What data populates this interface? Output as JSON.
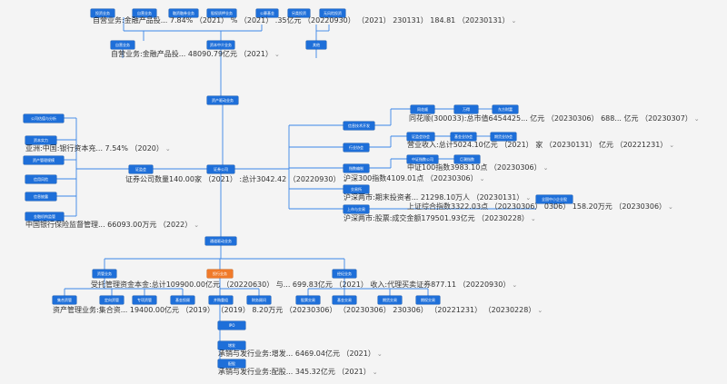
{
  "colors": {
    "node": "#1e6fd9",
    "highlight": "#f07a2a",
    "line": "#3a86e8",
    "text": "#333333",
    "bg": "#f4f4f4"
  },
  "nodes": [
    {
      "id": "n1",
      "text": "投资业务"
    },
    {
      "id": "n2",
      "text": "自营业务"
    },
    {
      "id": "n3",
      "text": "融资融券业务"
    },
    {
      "id": "n4",
      "text": "股权质押业务"
    },
    {
      "id": "n5",
      "text": "公募基金"
    },
    {
      "id": "n6",
      "text": "另类投资"
    },
    {
      "id": "n7",
      "text": "无风险投资"
    },
    {
      "id": "n8",
      "text": "自营业务"
    },
    {
      "id": "n9",
      "text": "资本中介业务"
    },
    {
      "id": "n10",
      "text": "其他"
    },
    {
      "id": "n11",
      "text": "资产驱动业务"
    },
    {
      "id": "n12",
      "text": "公司估值与分析"
    },
    {
      "id": "n13",
      "text": "资本实力"
    },
    {
      "id": "n14",
      "text": "资产管理规模"
    },
    {
      "id": "n15",
      "text": "信用风险"
    },
    {
      "id": "n16",
      "text": "信息披露"
    },
    {
      "id": "n17",
      "text": "金融机构监管"
    },
    {
      "id": "n18",
      "text": "证监会"
    },
    {
      "id": "n19",
      "text": "证券公司"
    },
    {
      "id": "n20",
      "text": "信息技术开发"
    },
    {
      "id": "n21",
      "text": "行业协会"
    },
    {
      "id": "n22",
      "text": "指数编制"
    },
    {
      "id": "n23",
      "text": "交易所"
    },
    {
      "id": "n24",
      "text": "上市与交易"
    },
    {
      "id": "n25",
      "text": "同花顺"
    },
    {
      "id": "n26",
      "text": "万得"
    },
    {
      "id": "n27",
      "text": "东方财富"
    },
    {
      "id": "n28",
      "text": "证监会协会"
    },
    {
      "id": "n29",
      "text": "基金业协会"
    },
    {
      "id": "n30",
      "text": "期货业协会"
    },
    {
      "id": "n31",
      "text": "中证指数公司"
    },
    {
      "id": "n32",
      "text": "巨潮指数"
    },
    {
      "id": "n33",
      "text": "全国中小企业股"
    },
    {
      "id": "n34",
      "text": "通道驱动业务"
    },
    {
      "id": "n35",
      "text": "资管业务"
    },
    {
      "id": "n36",
      "text": "投行业务"
    },
    {
      "id": "n37",
      "text": "经纪业务"
    },
    {
      "id": "n38",
      "text": "集合资管"
    },
    {
      "id": "n39",
      "text": "定向资管"
    },
    {
      "id": "n40",
      "text": "专项资管"
    },
    {
      "id": "n41",
      "text": "基金投顾"
    },
    {
      "id": "n42",
      "text": "并购重组"
    },
    {
      "id": "n43",
      "text": "财务顾问"
    },
    {
      "id": "n44",
      "text": "股票交易"
    },
    {
      "id": "n45",
      "text": "基金交易"
    },
    {
      "id": "n46",
      "text": "期货交易"
    },
    {
      "id": "n47",
      "text": "期权交易"
    },
    {
      "id": "n48",
      "text": "IPO"
    },
    {
      "id": "n49",
      "text": "增发"
    },
    {
      "id": "n50",
      "text": "配股"
    }
  ],
  "labels": [
    {
      "id": "l1",
      "text": "自营业务:金融产品投...  7.84%  （2021）  %  （2021）  .35亿元  （20220930）  （2021）  230131）  184.81  （20230131）"
    },
    {
      "id": "l2",
      "text": "自营业务:金融产品投...  48090.79亿元  （2021）"
    },
    {
      "id": "l3",
      "text": "同花顺(300033):总市值6454425... 亿元  （20230306）  688... 亿元  （20230307）"
    },
    {
      "id": "l4",
      "text": "营业收入:总计5024.10亿元  （2021）  家  （20230131）  亿元  （20221231）"
    },
    {
      "id": "l5",
      "text": "中证100指数3983.10点  （20230306）"
    },
    {
      "id": "l6",
      "text": "亚洲:中国:银行资本充...  7.54%  （2020）"
    },
    {
      "id": "l7",
      "text": "证券公司数量140.00家  （2021）  :总计3042.42  （20220930）"
    },
    {
      "id": "l8",
      "text": "沪深300指数4109.01点  （20230306）"
    },
    {
      "id": "l9",
      "text": "沪深两市:期末投资者...  21298.10万人  （20230131）"
    },
    {
      "id": "l10",
      "text": "上证综合指数3322.03点  （20230306）  0306）  158.20万元  （20230306）"
    },
    {
      "id": "l11",
      "text": "中国银行保险监督管理...  66093.00万元  （2022）"
    },
    {
      "id": "l12",
      "text": "沪深两市:股票:成交金额179501.93亿元  （20230228）"
    },
    {
      "id": "l13",
      "text": "受托管理资金本金:总计109900.00亿元  （20220630）  与...  699.83亿元  （2021）  收入:代理买卖证券877.11  （20220930）"
    },
    {
      "id": "l14",
      "text": "资产管理业务:集合资...  19400.00亿元  （2019）  （2019）  8.20万元  （20230306）  （20230306）  230306）  （20221231）  （20230228）"
    },
    {
      "id": "l15",
      "text": "承销与发行业务:增发...  6469.04亿元  （2021）"
    },
    {
      "id": "l16",
      "text": "承销与发行业务:配股...  345.32亿元  （2021）"
    }
  ]
}
